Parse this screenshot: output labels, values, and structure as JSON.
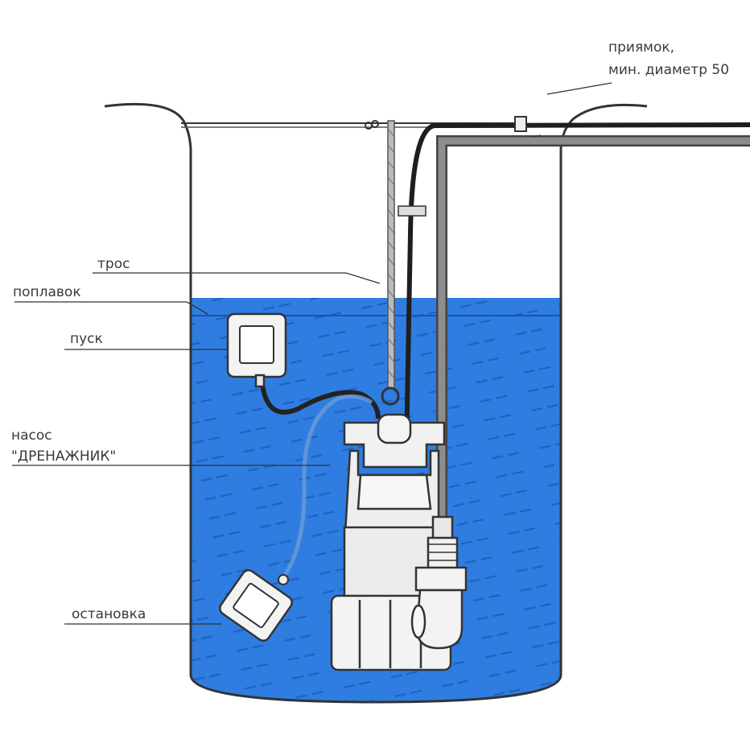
{
  "labels": {
    "sump": "приямок,",
    "sump_diameter": "мин. диаметр 50",
    "cable": "трос",
    "float": "поплавок",
    "start": "пуск",
    "pump_line1": "насос",
    "pump_line2": "\"ДРЕНАЖНИК\"",
    "stop": "остановка"
  },
  "colors": {
    "water": "#2f7de1",
    "water_stripe": "#1f62c0",
    "outline": "#333333",
    "pipe": "#7a7a7a"
  }
}
